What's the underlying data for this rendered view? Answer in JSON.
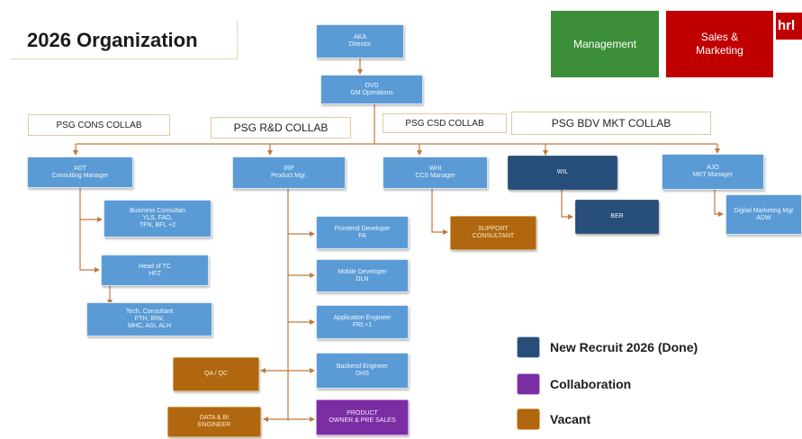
{
  "title": "2026 Organization",
  "header_cards": {
    "management": "Management",
    "sales": "Sales &\nMarketing",
    "logo": "hrl",
    "management_color": "#3c8f38",
    "sales_color": "#c00000"
  },
  "collabs": {
    "cons": "PSG CONS COLLAB",
    "rnd": "PSG R&D COLLAB",
    "csd": "PSG CSD COLLAB",
    "bdv": "PSG BDV MKT COLLAB"
  },
  "nodes": {
    "director": "AKA\nDirector",
    "gm": "DVD\nGM Operations",
    "consulting_manager": "ADT\nConsulting Manager",
    "business_consultant": "Business Consultan\nYLS, FAO,\nTFN, BFL +2",
    "head_tc": "Head of TC\nHFZ",
    "tech_consultant": "Tech. Consultant\nFTH, IRW,\nMHC, ASI, ALH",
    "product_mgr": "IRP\nProduct Mgr.",
    "frontend": "Frontend Developer\nFA",
    "mobile": "Mobile Developer\nDLN",
    "app_engineer": "Application Engineer\nFRL+1",
    "backend": "Backend Engineer\nDHS",
    "qa": "QA / QC",
    "data_bi": "DATA & BI\nENGINEER",
    "product_owner": "PRODUCT\nOWNER & PRE SALES",
    "ccs_manager": "WHI\nCCS Manager",
    "support": "SUPPORT\nCONSULTANT",
    "wil": "WIL",
    "ber": "BER",
    "mkt_manager": "AJO\nMKT Manager",
    "digital_mkt": "Digital Marketing Mgr\nADW"
  },
  "colors": {
    "blue": "#5b9bd5",
    "navy": "#264e78",
    "brown": "#b0670f",
    "purple": "#7b2ea3",
    "connector": "#c07a3c"
  },
  "legend": {
    "new_recruit": "New Recruit 2026 (Done)",
    "collaboration": "Collaboration",
    "vacant": "Vacant"
  }
}
